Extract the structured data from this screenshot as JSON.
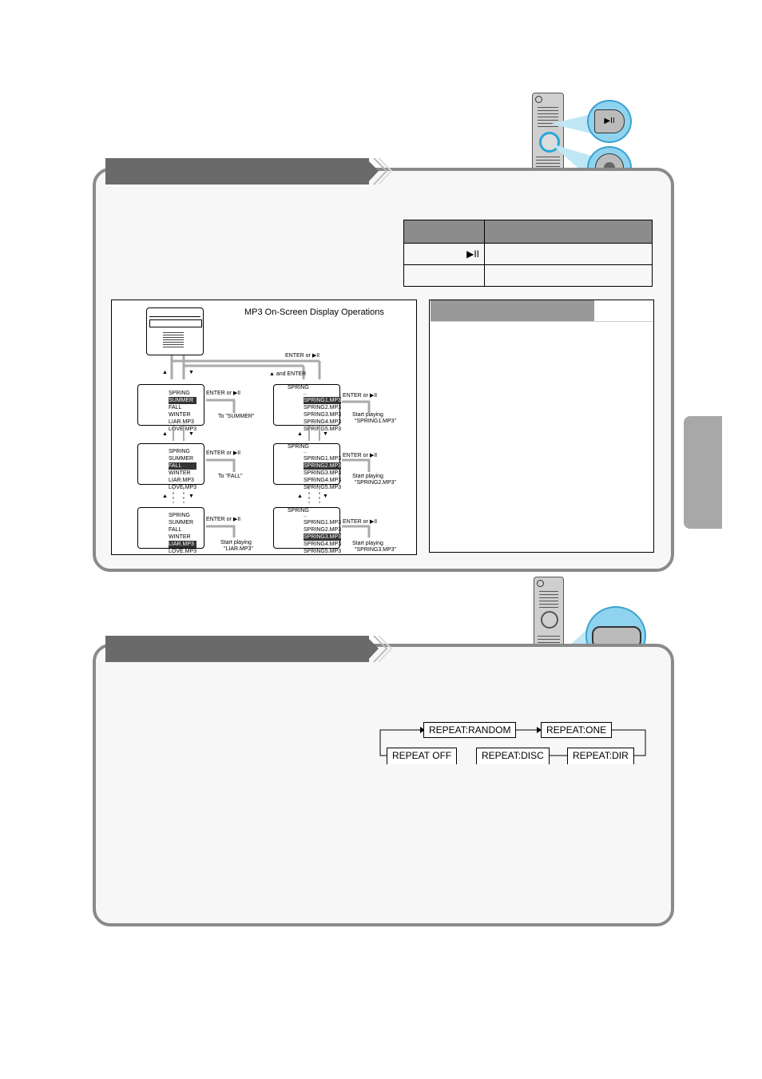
{
  "section1": {
    "table": {
      "header": [
        "",
        ""
      ],
      "rows": [
        [
          "▶II",
          ""
        ],
        [
          "",
          ""
        ]
      ]
    },
    "diagram": {
      "title": "MP3 On-Screen Display Operations",
      "enter_top": "ENTER or ▶II",
      "and_enter": "▲ and  ENTER",
      "folder_items": [
        "SPRING",
        "SUMMER",
        "FALL",
        "WINTER",
        "LIAR.MP3",
        "LOVE.MP3"
      ],
      "spring_label": "SPRING",
      "spring_items": [
        "..",
        "SPRING1.MP3",
        "SPRING2.MP3",
        "SPRING3.MP3",
        "SPRING4.MP3",
        "SPRING5.MP3"
      ],
      "enter": "ENTER or ▶II",
      "to_summer": "To \"SUMMER\"",
      "to_fall": "To \"FALL\"",
      "start_liar": [
        "Start playing",
        "\"LIAR.MP3\""
      ],
      "start_s1": [
        "Start playing",
        "\"SPRING1.MP3\""
      ],
      "start_s2": [
        "Start playing",
        "\"SPRING2.MP3\""
      ],
      "start_s3": [
        "Start playing",
        "\"SPRING3.MP3\""
      ],
      "up": "▲",
      "down": "▼"
    }
  },
  "section2": {
    "repeat": {
      "random": "REPEAT:RANDOM",
      "one": "REPEAT:ONE",
      "dir": "REPEAT:DIR",
      "disc": "REPEAT:DISC",
      "off": "REPEAT OFF"
    }
  },
  "remote1": {
    "button_icon": "▶II"
  }
}
